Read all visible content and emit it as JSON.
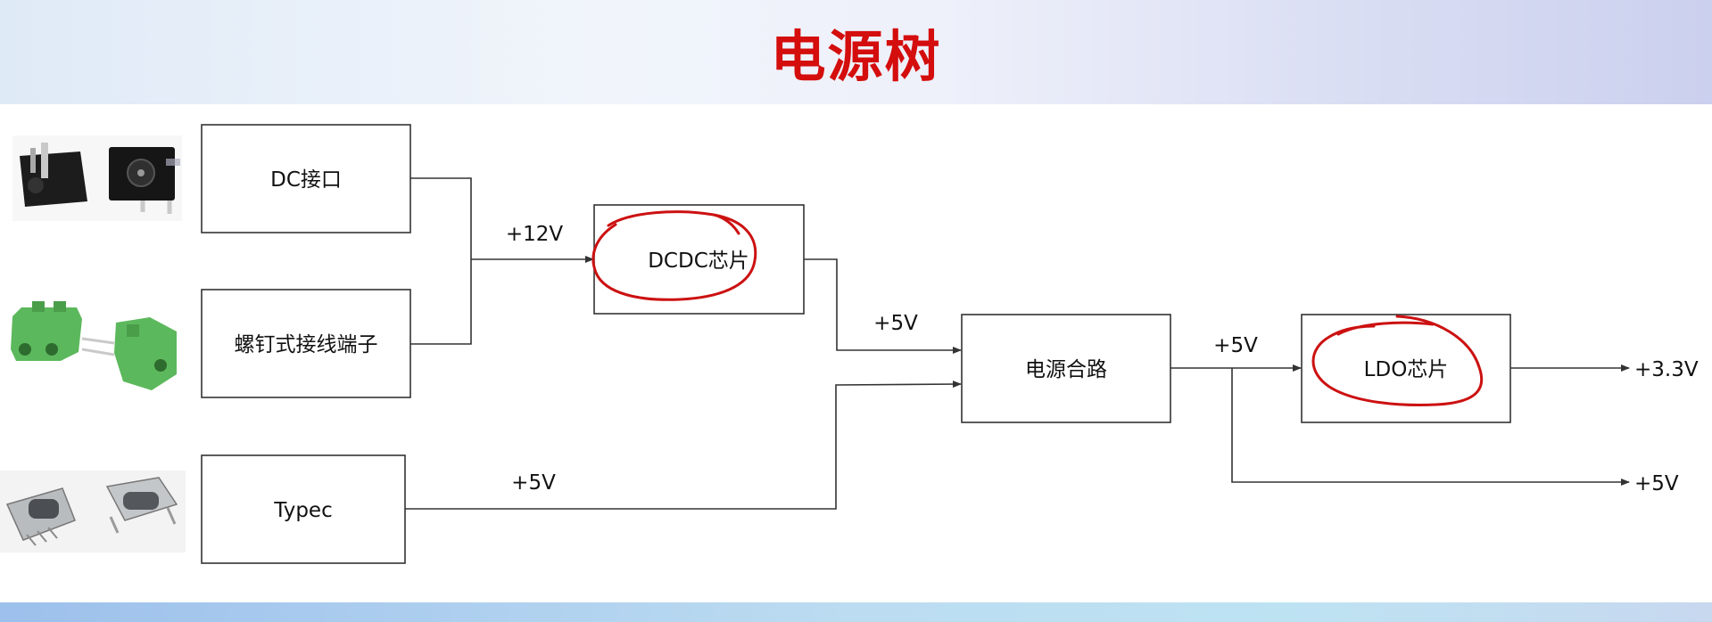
{
  "slide": {
    "title": "电源树"
  },
  "blocks": {
    "dc_jack": "DC接口",
    "screw_terminal": "螺钉式接线端子",
    "typec": "Typec",
    "dcdc": "DCDC芯片",
    "power_merge": "电源合路",
    "ldo": "LDO芯片"
  },
  "rails": {
    "v12_to_dcdc": "+12V",
    "v5_typec": "+5V",
    "v5_dcdc_out": "+5V",
    "v5_merge_out": "+5V",
    "v33_out": "+3.3V",
    "v5_out": "+5V"
  },
  "colors": {
    "title": "#d40d0d",
    "annotation": "#cc1111",
    "box_stroke": "#333333",
    "terminal_green": "#5cb85c",
    "connector_metal": "#b9bcbf"
  },
  "icons": [
    "dc-jack-photo",
    "screw-terminal-photo",
    "typec-connector-photo"
  ]
}
